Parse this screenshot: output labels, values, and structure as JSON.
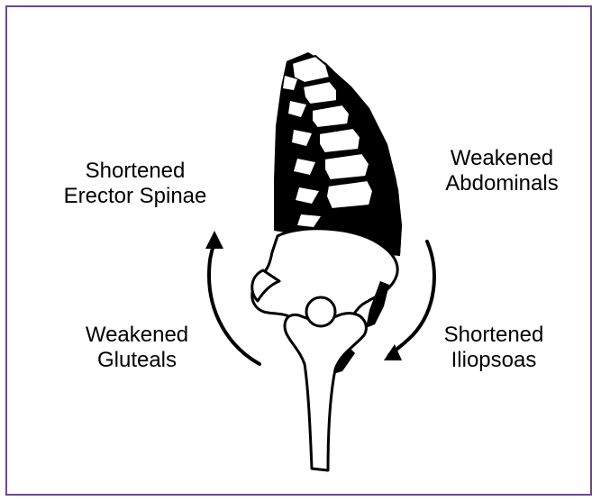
{
  "labels": {
    "erector": [
      "Shortened",
      "Erector Spinae"
    ],
    "abdominals": [
      "Weakened",
      "Abdominals"
    ],
    "gluteals": [
      "Weakened",
      "Gluteals"
    ],
    "iliopsoas": [
      "Shortened",
      "Iliopsoas"
    ]
  },
  "colors": {
    "frame": "#6b4a86",
    "ink": "#000000",
    "background": "#ffffff"
  }
}
